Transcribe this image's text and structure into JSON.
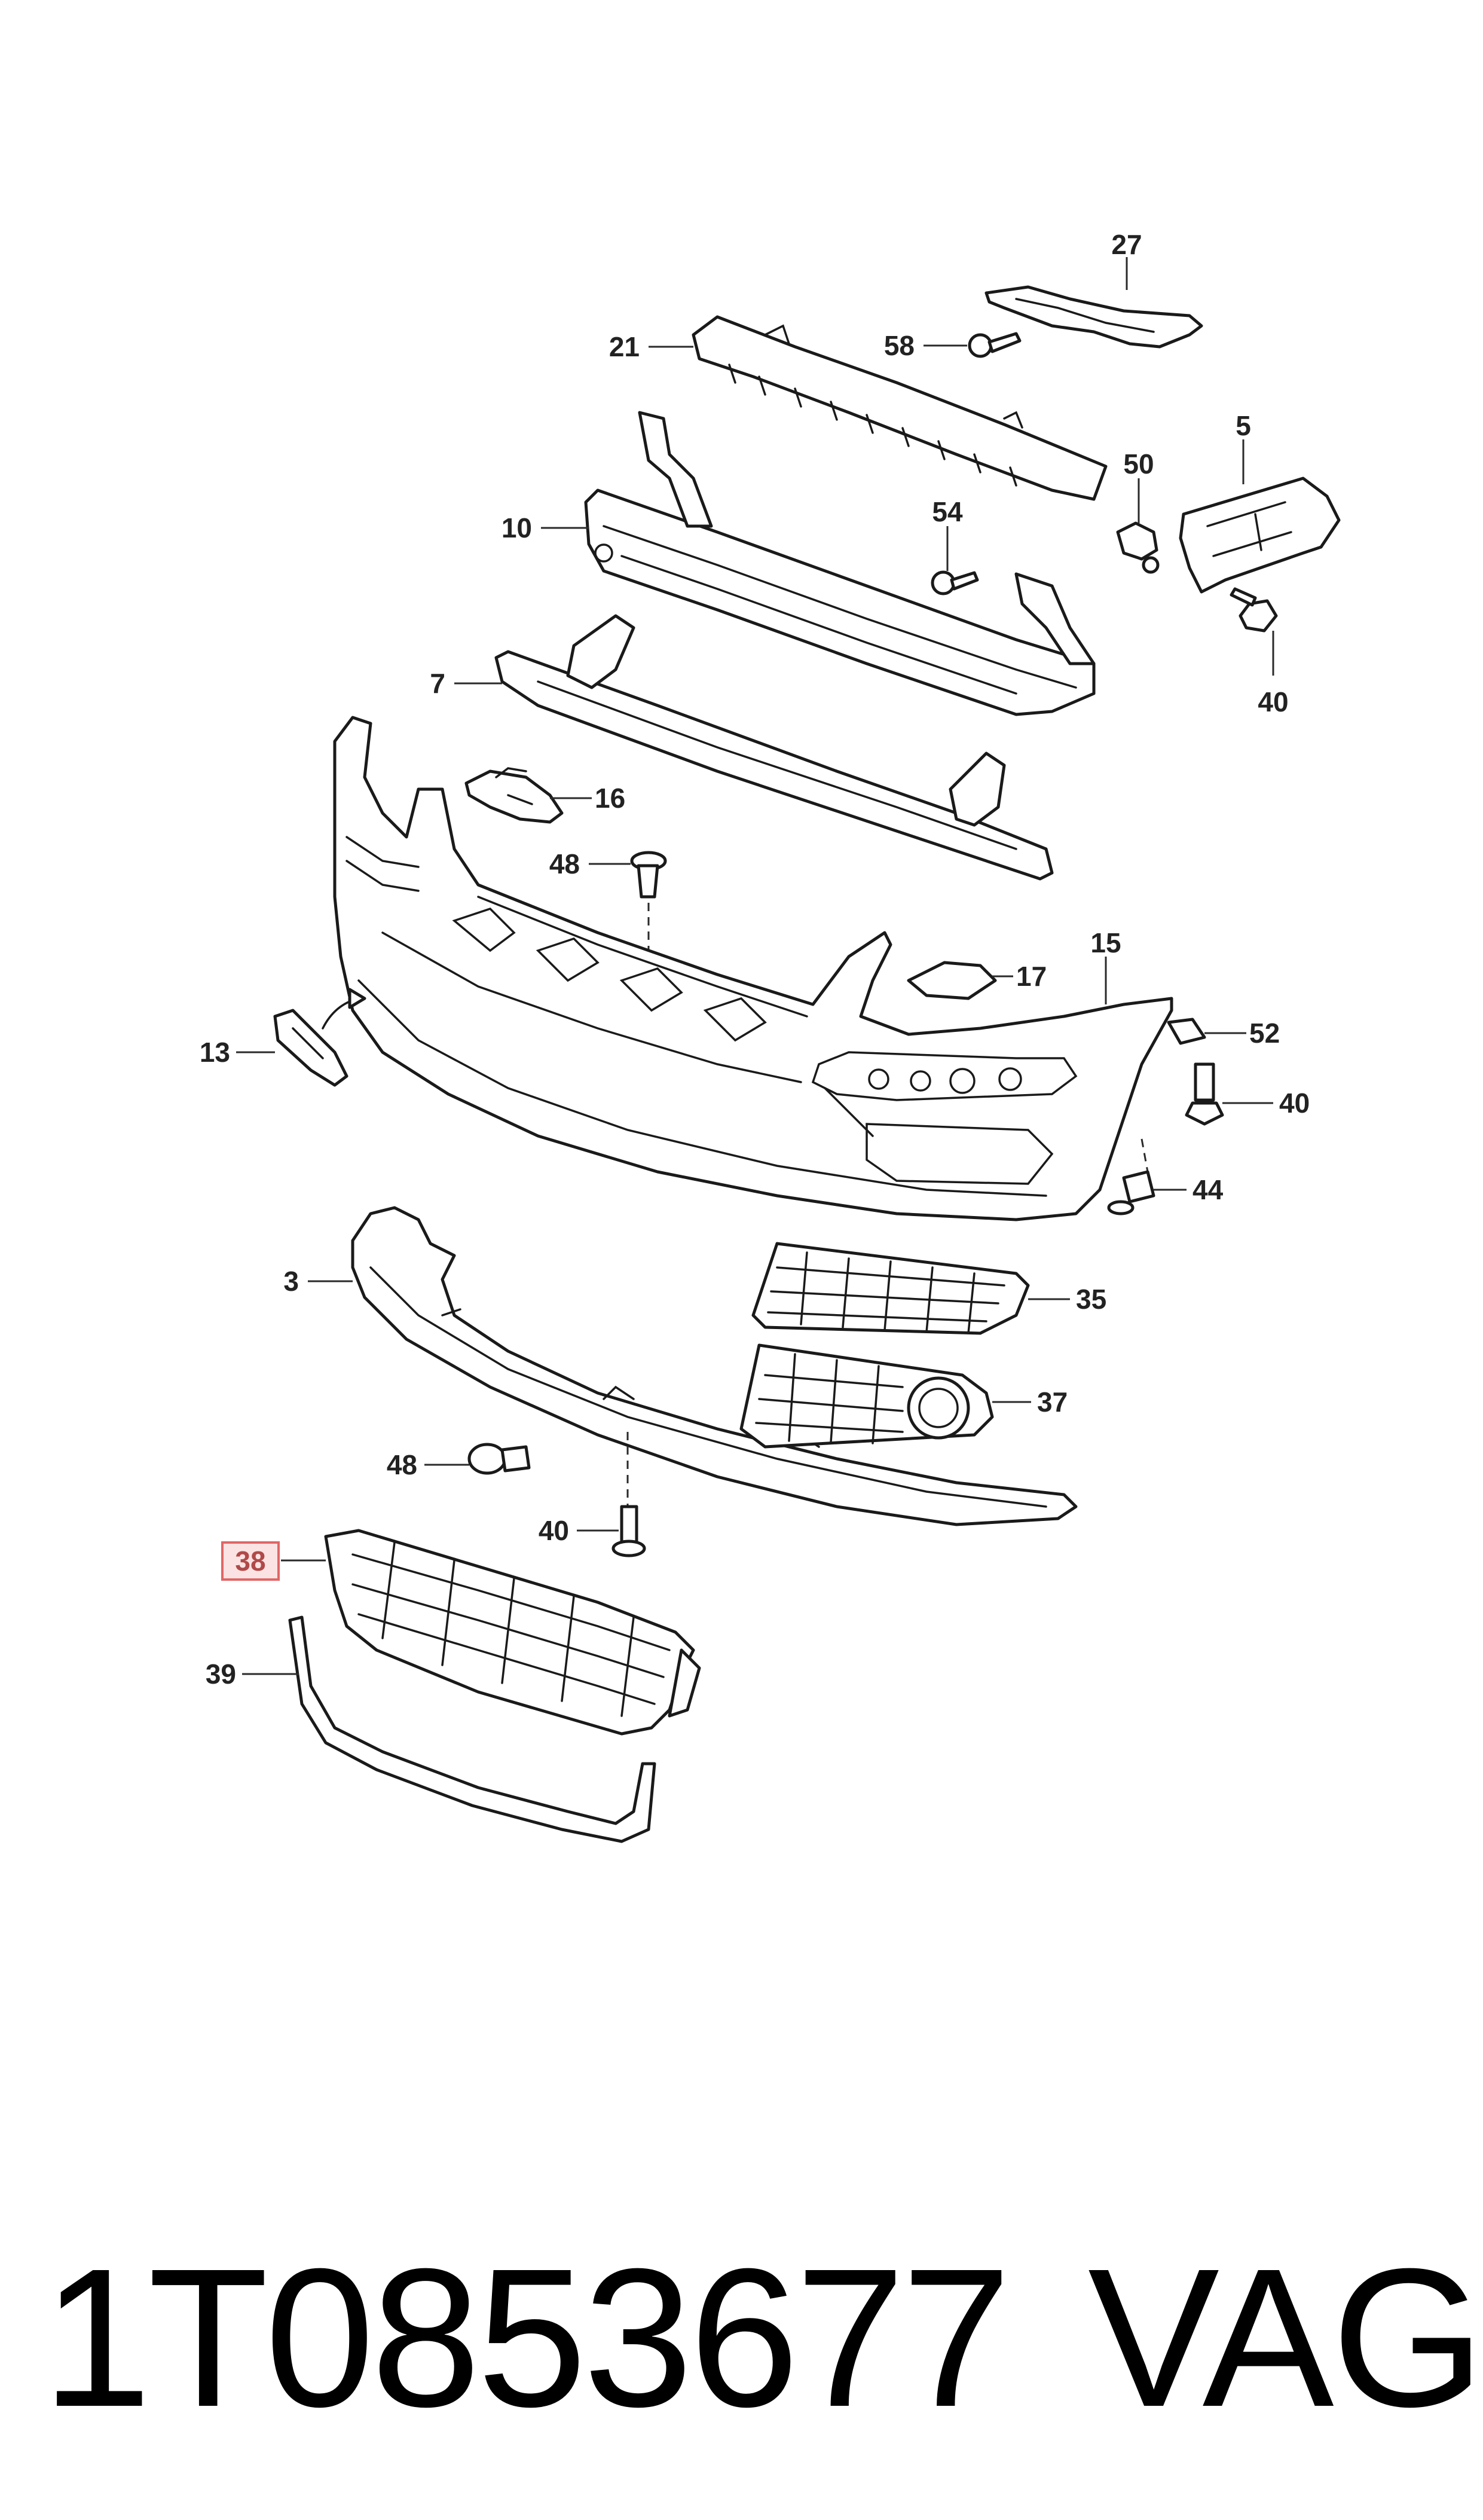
{
  "diagram": {
    "callouts": {
      "c27": "27",
      "c21": "21",
      "c58": "58",
      "c5": "5",
      "c50": "50",
      "c10": "10",
      "c54": "54",
      "c40a": "40",
      "c7": "7",
      "c16": "16",
      "c48a": "48",
      "c15": "15",
      "c17": "17",
      "c52": "52",
      "c13": "13",
      "c40b": "40",
      "c44": "44",
      "c3": "3",
      "c35": "35",
      "c37": "37",
      "c48b": "48",
      "c40c": "40",
      "c38": "38",
      "c39": "39"
    },
    "highlight_color": "#e06666",
    "highlight_fill": "#fbe3e3"
  },
  "footer": {
    "part_number": "1T0853677",
    "brand": "VAG"
  }
}
